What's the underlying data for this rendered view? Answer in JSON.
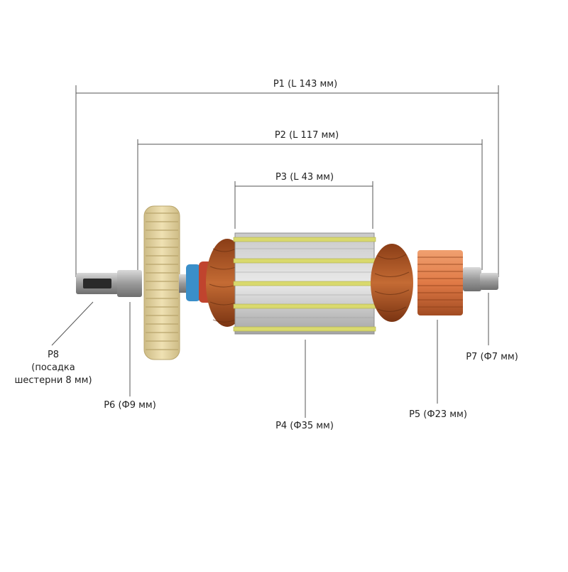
{
  "labels": {
    "p1": "P1 (L 143 мм)",
    "p2": "P2 (L 117 мм)",
    "p3": "P3 (L 43 мм)",
    "p4": "P4 (Ф35 мм)",
    "p5": "P5 (Ф23 мм)",
    "p6": "P6 (Ф9 мм)",
    "p7": "P7 (Ф7 мм)",
    "p8_line1": "P8",
    "p8_line2": "(посадка",
    "p8_line3": "шестерни 8 мм)"
  },
  "colors": {
    "dimension_line": "#555555",
    "copper": "#b5612e",
    "steel": "#a9a9a9",
    "gear": "#e8d7a6",
    "insulator_yellow": "#d8d86a",
    "blue_ring": "#3a8fc9"
  }
}
